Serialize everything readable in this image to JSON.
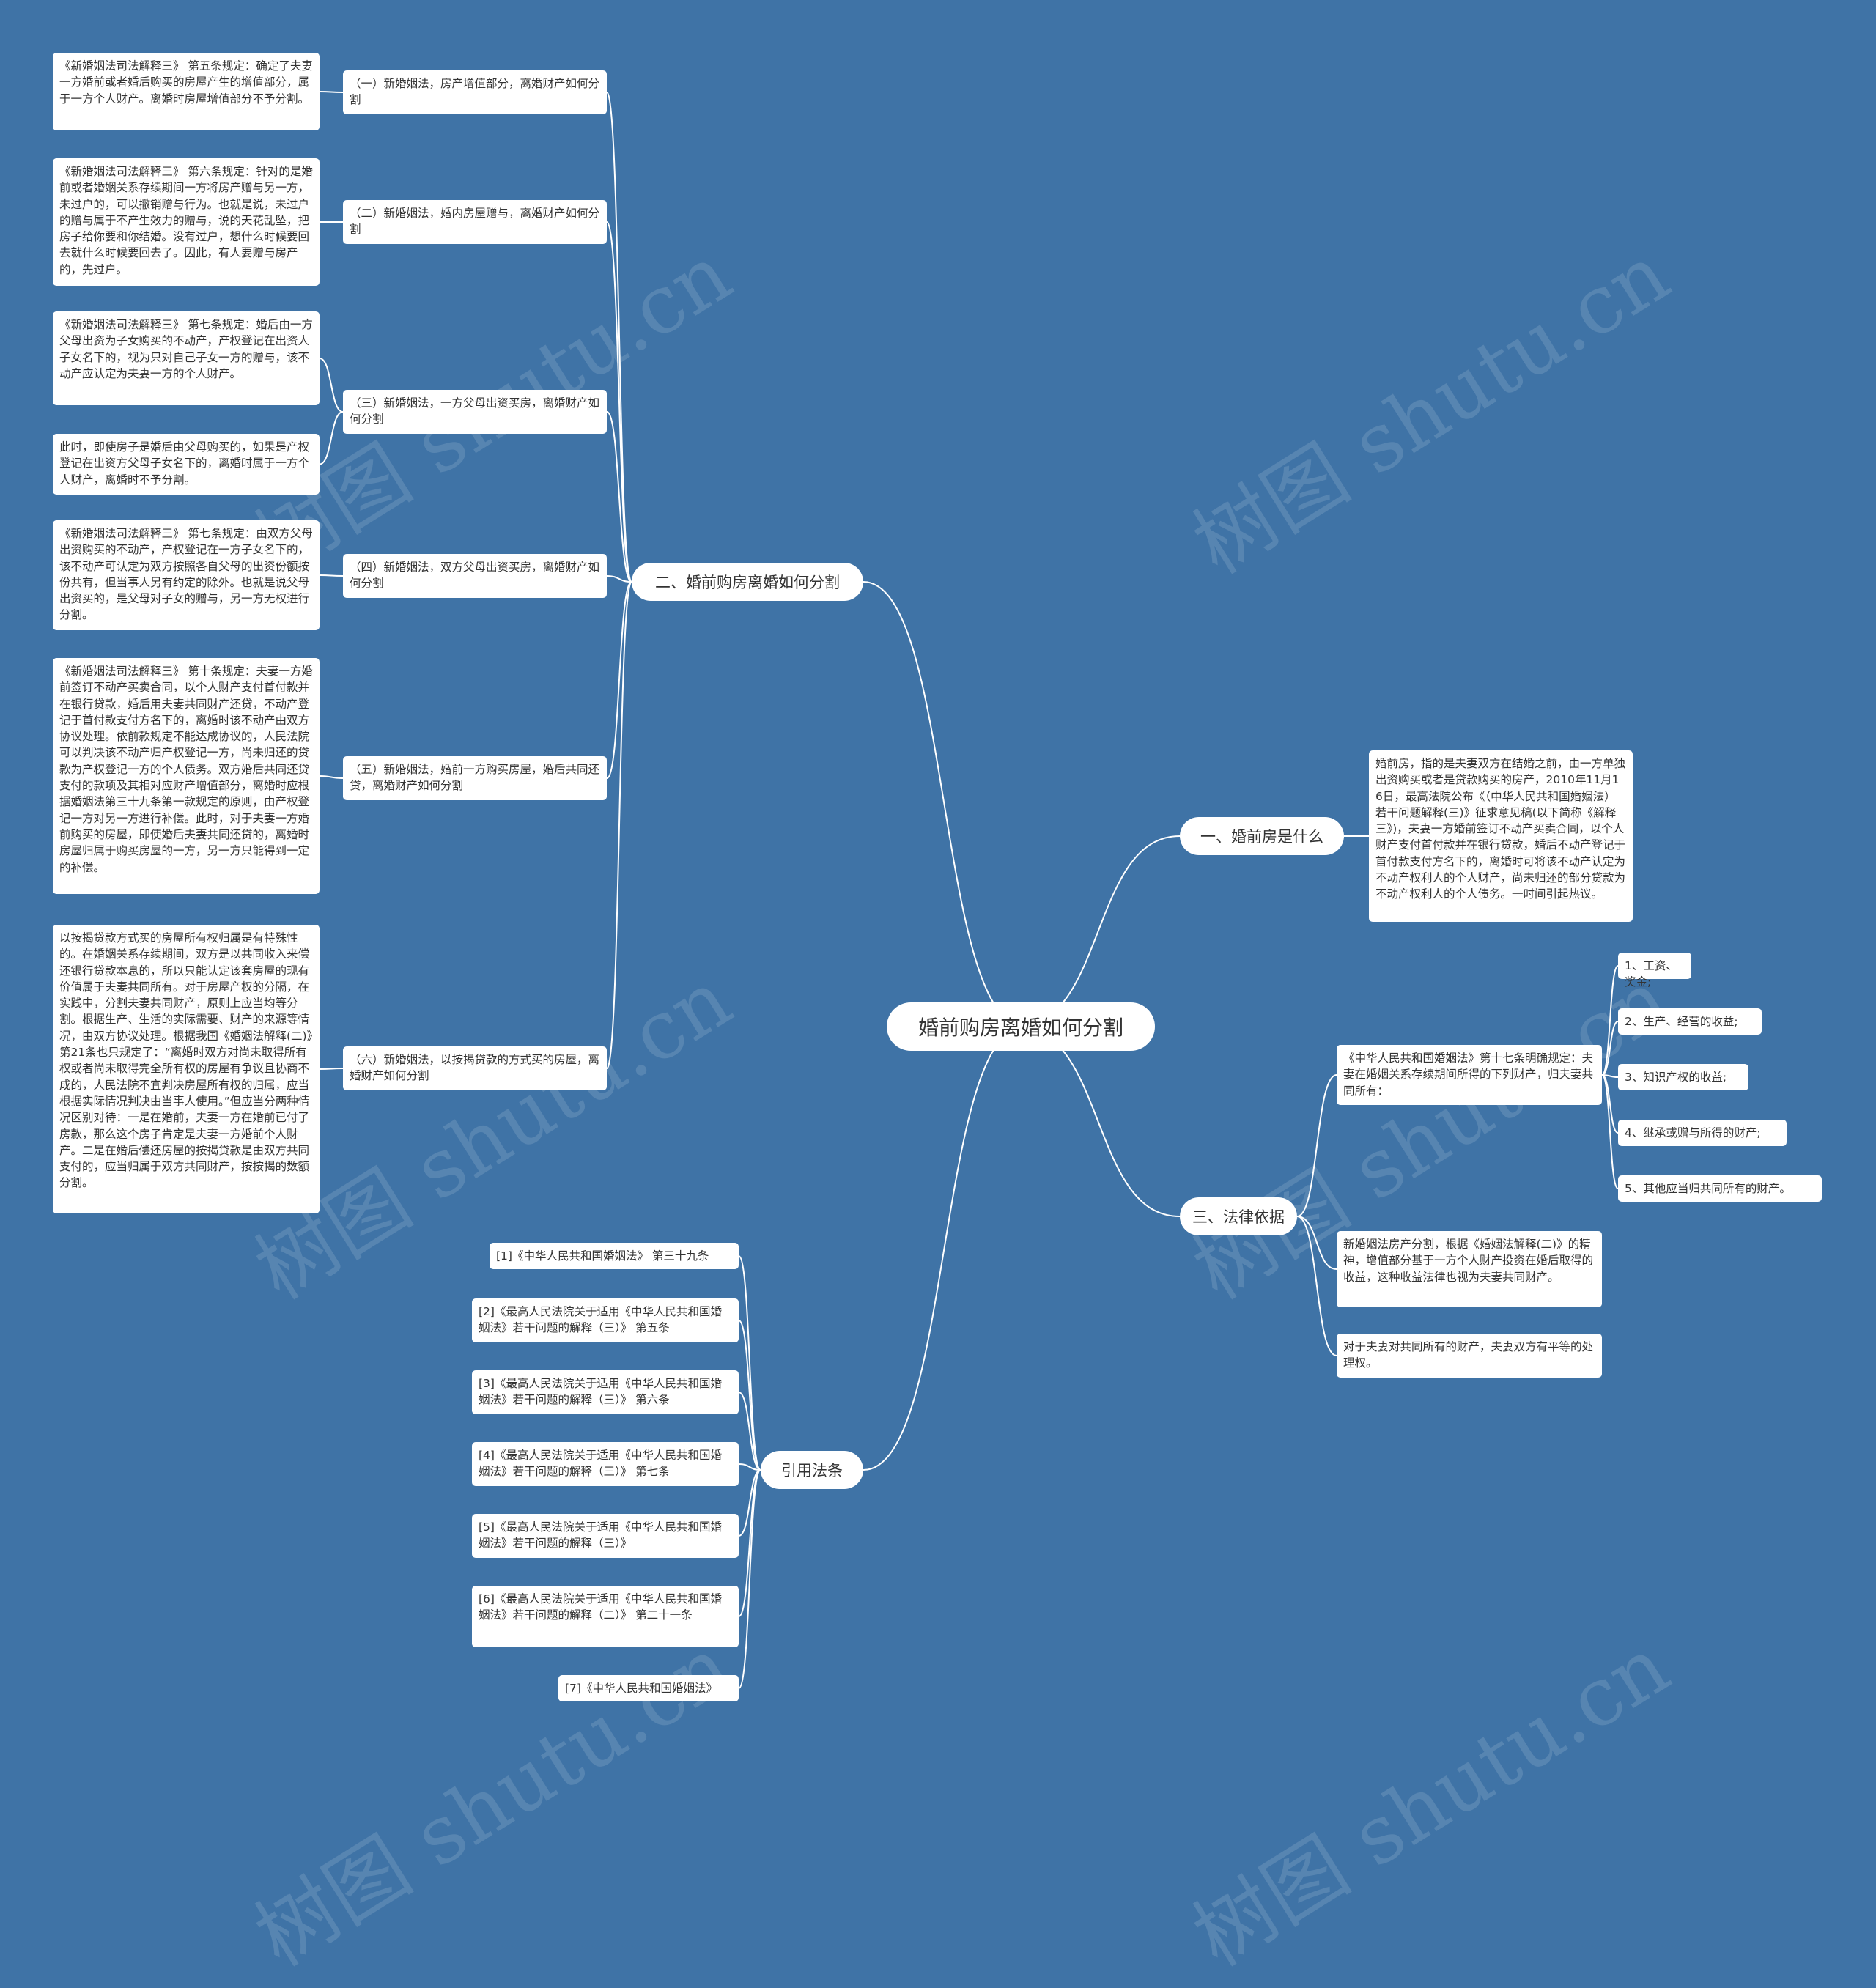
{
  "watermark": "树图 shutu.cn",
  "root": "婚前购房离婚如何分割",
  "branches": {
    "b1": {
      "label": "一、婚前房是什么",
      "text": "婚前房，指的是夫妻双方在结婚之前，由一方单独出资购买或者是贷款购买的房产，2010年11月16日，最高法院公布《（中华人民共和国婚姻法）若干问题解释(三)》征求意见稿(以下简称《解释三》)，夫妻一方婚前签订不动产买卖合同，以个人财产支付首付款并在银行贷款，婚后不动产登记于首付款支付方名下的，离婚时可将该不动产认定为不动产权利人的个人财产，尚未归还的部分贷款为不动产权利人的个人债务。一时间引起热议。"
    },
    "b2": {
      "label": "二、婚前购房离婚如何分割",
      "items": [
        {
          "title": "（一）新婚姻法，房产增值部分，离婚财产如何分割",
          "details": [
            "《新婚姻法司法解释三》 第五条规定：确定了夫妻一方婚前或者婚后购买的房屋产生的增值部分，属于一方个人财产。离婚时房屋增值部分不予分割。"
          ]
        },
        {
          "title": "（二）新婚姻法，婚内房屋赠与，离婚财产如何分割",
          "details": [
            "《新婚姻法司法解释三》 第六条规定：针对的是婚前或者婚姻关系存续期间一方将房产赠与另一方，未过户的，可以撤销赠与行为。也就是说，未过户的赠与属于不产生效力的赠与，说的天花乱坠，把房子给你要和你结婚。没有过户，想什么时候要回去就什么时候要回去了。因此，有人要赠与房产的，先过户。"
          ]
        },
        {
          "title": "（三）新婚姻法，一方父母出资买房，离婚财产如何分割",
          "details": [
            "《新婚姻法司法解释三》 第七条规定：婚后由一方父母出资为子女购买的不动产，产权登记在出资人子女名下的，视为只对自己子女一方的赠与，该不动产应认定为夫妻一方的个人财产。",
            "此时，即使房子是婚后由父母购买的，如果是产权登记在出资方父母子女名下的，离婚时属于一方个人财产，离婚时不予分割。"
          ]
        },
        {
          "title": "（四）新婚姻法，双方父母出资买房，离婚财产如何分割",
          "details": [
            "《新婚姻法司法解释三》 第七条规定：由双方父母出资购买的不动产，产权登记在一方子女名下的，该不动产可认定为双方按照各自父母的出资份额按份共有，但当事人另有约定的除外。也就是说父母出资买的，是父母对子女的赠与，另一方无权进行分割。"
          ]
        },
        {
          "title": "（五）新婚姻法，婚前一方购买房屋，婚后共同还贷，离婚财产如何分割",
          "details": [
            "《新婚姻法司法解释三》 第十条规定：夫妻一方婚前签订不动产买卖合同，以个人财产支付首付款并在银行贷款，婚后用夫妻共同财产还贷，不动产登记于首付款支付方名下的，离婚时该不动产由双方协议处理。依前款规定不能达成协议的，人民法院可以判决该不动产归产权登记一方，尚未归还的贷款为产权登记一方的个人债务。双方婚后共同还贷支付的款项及其相对应财产增值部分，离婚时应根据婚姻法第三十九条第一款规定的原则，由产权登记一方对另一方进行补偿。此时，对于夫妻一方婚前购买的房屋，即使婚后夫妻共同还贷的，离婚时房屋归属于购买房屋的一方，另一方只能得到一定的补偿。"
          ]
        },
        {
          "title": "（六）新婚姻法，以按揭贷款的方式买的房屋，离婚财产如何分割",
          "details": [
            "以按揭贷款方式买的房屋所有权归属是有特殊性的。在婚姻关系存续期间，双方是以共同收入来偿还银行贷款本息的，所以只能认定该套房屋的现有价值属于夫妻共同所有。对于房屋产权的分隔，在实践中，分割夫妻共同财产，原则上应当均等分割。根据生产、生活的实际需要、财产的来源等情况，由双方协议处理。根据我国《婚姻法解释(二)》第21条也只规定了：“离婚时双方对尚未取得所有权或者尚未取得完全所有权的房屋有争议且协商不成的，人民法院不宜判决房屋所有权的归属，应当根据实际情况判决由当事人使用。”但应当分两种情况区别对待：一是在婚前，夫妻一方在婚前已付了房款，那么这个房子肯定是夫妻一方婚前个人财产。二是在婚后偿还房屋的按揭贷款是由双方共同支付的，应当归属于双方共同财产，按按揭的数额分割。"
          ]
        }
      ]
    },
    "b3": {
      "label": "三、法律依据",
      "law": "《中华人民共和国婚姻法》第十七条明确规定：夫妻在婚姻关系存续期间所得的下列财产，归夫妻共同所有：",
      "law_items": [
        "1、工资、奖金;",
        "2、生产、经营的收益;",
        "3、知识产权的收益;",
        "4、继承或赠与所得的财产;",
        "5、其他应当归共同所有的财产。"
      ],
      "note1": "新婚姻法房产分割，根据《婚姻法解释(二)》的精神，增值部分基于一方个人财产投资在婚后取得的收益，这种收益法律也视为夫妻共同财产。",
      "note2": "对于夫妻对共同所有的财产，夫妻双方有平等的处理权。"
    },
    "b4": {
      "label": "引用法条",
      "items": [
        "[1]《中华人民共和国婚姻法》 第三十九条",
        "[2]《最高人民法院关于适用《中华人民共和国婚姻法》若干问题的解释（三）》 第五条",
        "[3]《最高人民法院关于适用《中华人民共和国婚姻法》若干问题的解释（三）》 第六条",
        "[4]《最高人民法院关于适用《中华人民共和国婚姻法》若干问题的解释（三）》 第七条",
        "[5]《最高人民法院关于适用《中华人民共和国婚姻法》若干问题的解释（三）》",
        "[6]《最高人民法院关于适用《中华人民共和国婚姻法》若干问题的解释（二）》 第二十一条",
        "[7]《中华人民共和国婚姻法》"
      ]
    }
  }
}
